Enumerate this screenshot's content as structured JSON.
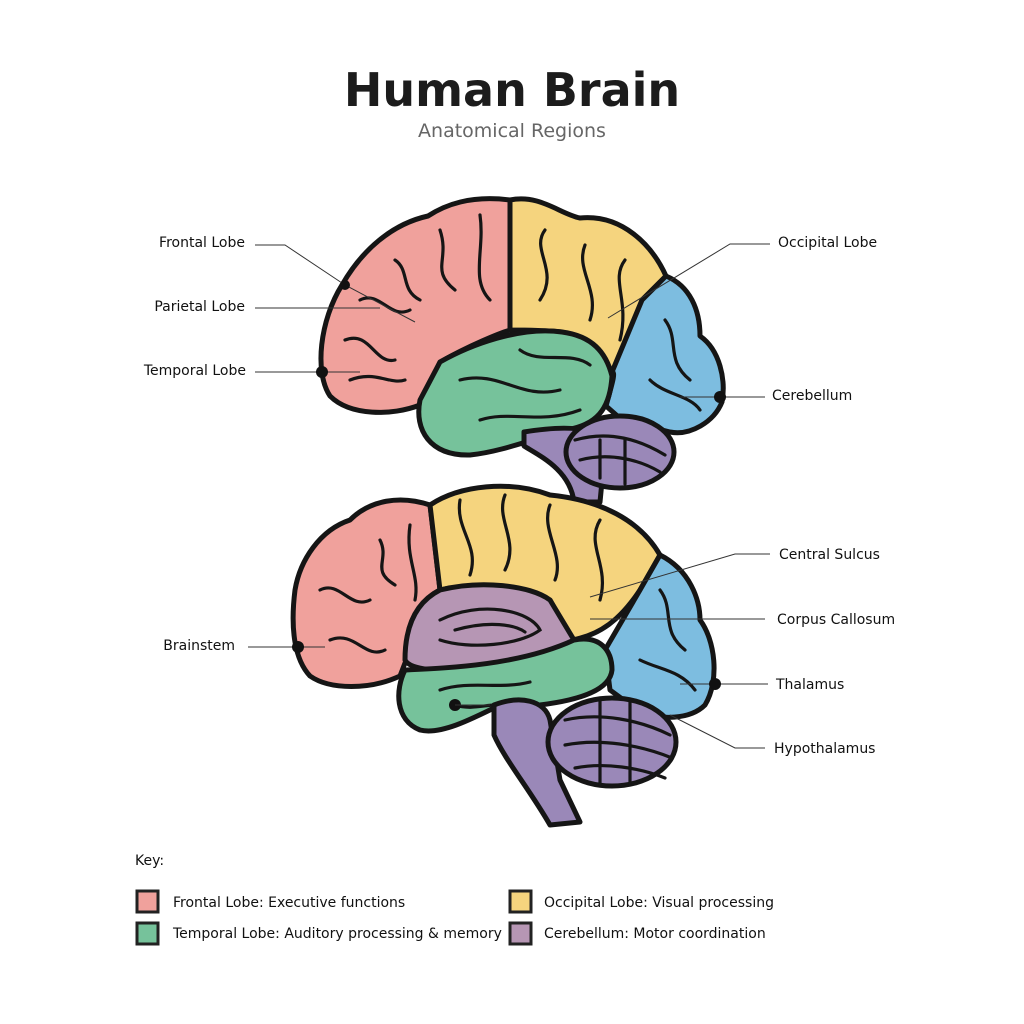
{
  "header": {
    "title": "Human Brain",
    "subtitle": "Anatomical Regions"
  },
  "labels": {
    "frontal": "Frontal Lobe",
    "parietal": "Parietal Lobe",
    "temporal": "Temporal Lobe",
    "brainstem": "Brainstem",
    "occipital": "Occipital Lobe",
    "cerebellum": "Cerebellum",
    "central_sulcus": "Central Sulcus",
    "corpus_callosum": "Corpus Callosum",
    "thalamus": "Thalamus",
    "hypothalamus": "Hypothalamus"
  },
  "key": {
    "title": "Key:",
    "items": [
      {
        "label": "Frontal Lobe: Executive functions",
        "color": "#f0a19c"
      },
      {
        "label": "Occipital Lobe: Visual processing",
        "color": "#f5d47e"
      },
      {
        "label": "Temporal Lobe: Auditory processing & memory",
        "color": "#76c29b"
      },
      {
        "label": "Cerebellum: Motor coordination",
        "color": "#b696b4"
      }
    ]
  },
  "colors": {
    "pink": "#f0a19c",
    "yellow": "#f5d47e",
    "green": "#76c29b",
    "blue": "#7dbde0",
    "purple": "#9a88b8",
    "mauve": "#b696b4"
  }
}
